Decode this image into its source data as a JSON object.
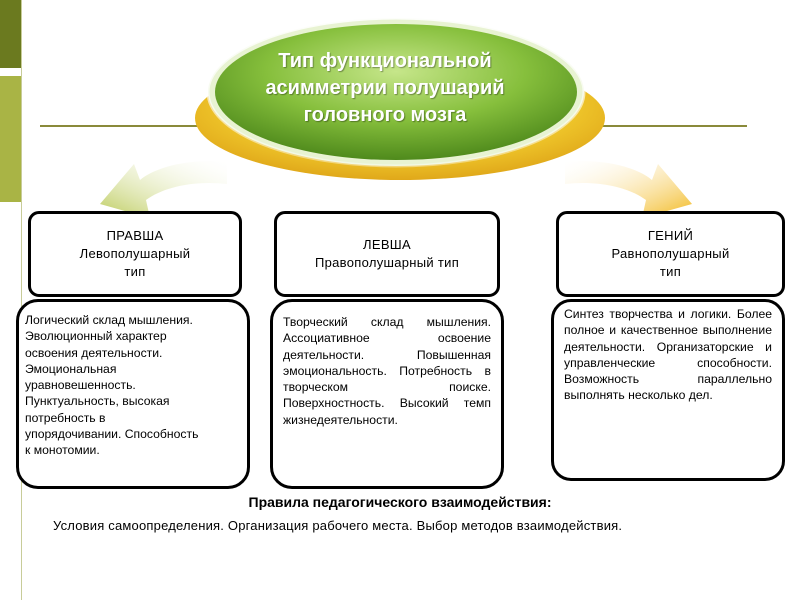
{
  "title": "Тип функциональной асимметрии полушарий головного мозга",
  "types": [
    {
      "line1": "ПРАВША",
      "line2": "Левополушарный",
      "line3": "тип",
      "description": "Логический склад мышления.\nЭволюционный характер\nосвоения деятельности.\nЭмоциональная\nуравновешенность.\nПунктуальность, высокая\nпотребность в\nупорядочивании. Способность\nк монотомии."
    },
    {
      "line1": "ЛЕВША",
      "line2": "Правополушарный тип",
      "line3": "",
      "description": "Творческий склад мышления. Ассоциативное освоение деятельности. Повышенная эмоциональность. Потребность в творческом поиске. Поверхностность. Высокий темп жизнедеятельности."
    },
    {
      "line1": "ГЕНИЙ",
      "line2": "Равнополушарный",
      "line3": "тип",
      "description": "Синтез творчества и логики. Более полное и качественное выполнение деятельности. Организаторские и управленческие способности. Возможность параллельно выполнять несколько дел."
    }
  ],
  "rules_title": "Правила педагогического взаимодействия:",
  "rules_text": "Условия самоопределения. Организация рабочего места. Выбор методов взаимодействия.",
  "colors": {
    "ellipse_green": "#7cb33a",
    "ellipse_gold": "#f2c81f",
    "arrow_left": "#c8d36a",
    "arrow_right": "#f5c52a",
    "sidebar_dark": "#6b7a1f",
    "sidebar_light": "#a9b445"
  }
}
